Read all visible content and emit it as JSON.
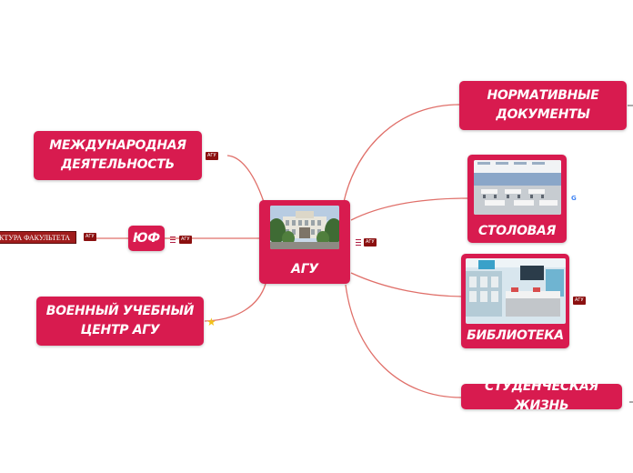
{
  "map": {
    "central": {
      "label": "АГУ",
      "image": "university-building-photo"
    },
    "topics": [
      {
        "id": "intl",
        "label": "МЕЖДУНАРОДНАЯ\nДЕЯТЕЛЬНОСТЬ"
      },
      {
        "id": "yuf",
        "label": "ЮФ"
      },
      {
        "id": "military",
        "label": "ВОЕННЫЙ УЧЕБНЫЙ\nЦЕНТР АГУ"
      },
      {
        "id": "docs",
        "label": "НОРМАТИВНЫЕ\nДОКУМЕНТЫ"
      },
      {
        "id": "canteen",
        "label": "СТОЛОВАЯ",
        "image": "canteen-photo"
      },
      {
        "id": "library",
        "label": "БИБЛИОТЕКА",
        "image": "library-photo"
      },
      {
        "id": "student",
        "label": "СТУДЕНЧЕСКАЯ ЖИЗНЬ"
      }
    ],
    "subtopic": {
      "label": "КТУРА ФАКУЛЬТЕТА"
    },
    "tags": {
      "text": "АГУ"
    },
    "colors": {
      "node": "#d81b4f",
      "line": "#e0706a",
      "tag": "#8b1010",
      "star": "#f2c21b"
    }
  }
}
